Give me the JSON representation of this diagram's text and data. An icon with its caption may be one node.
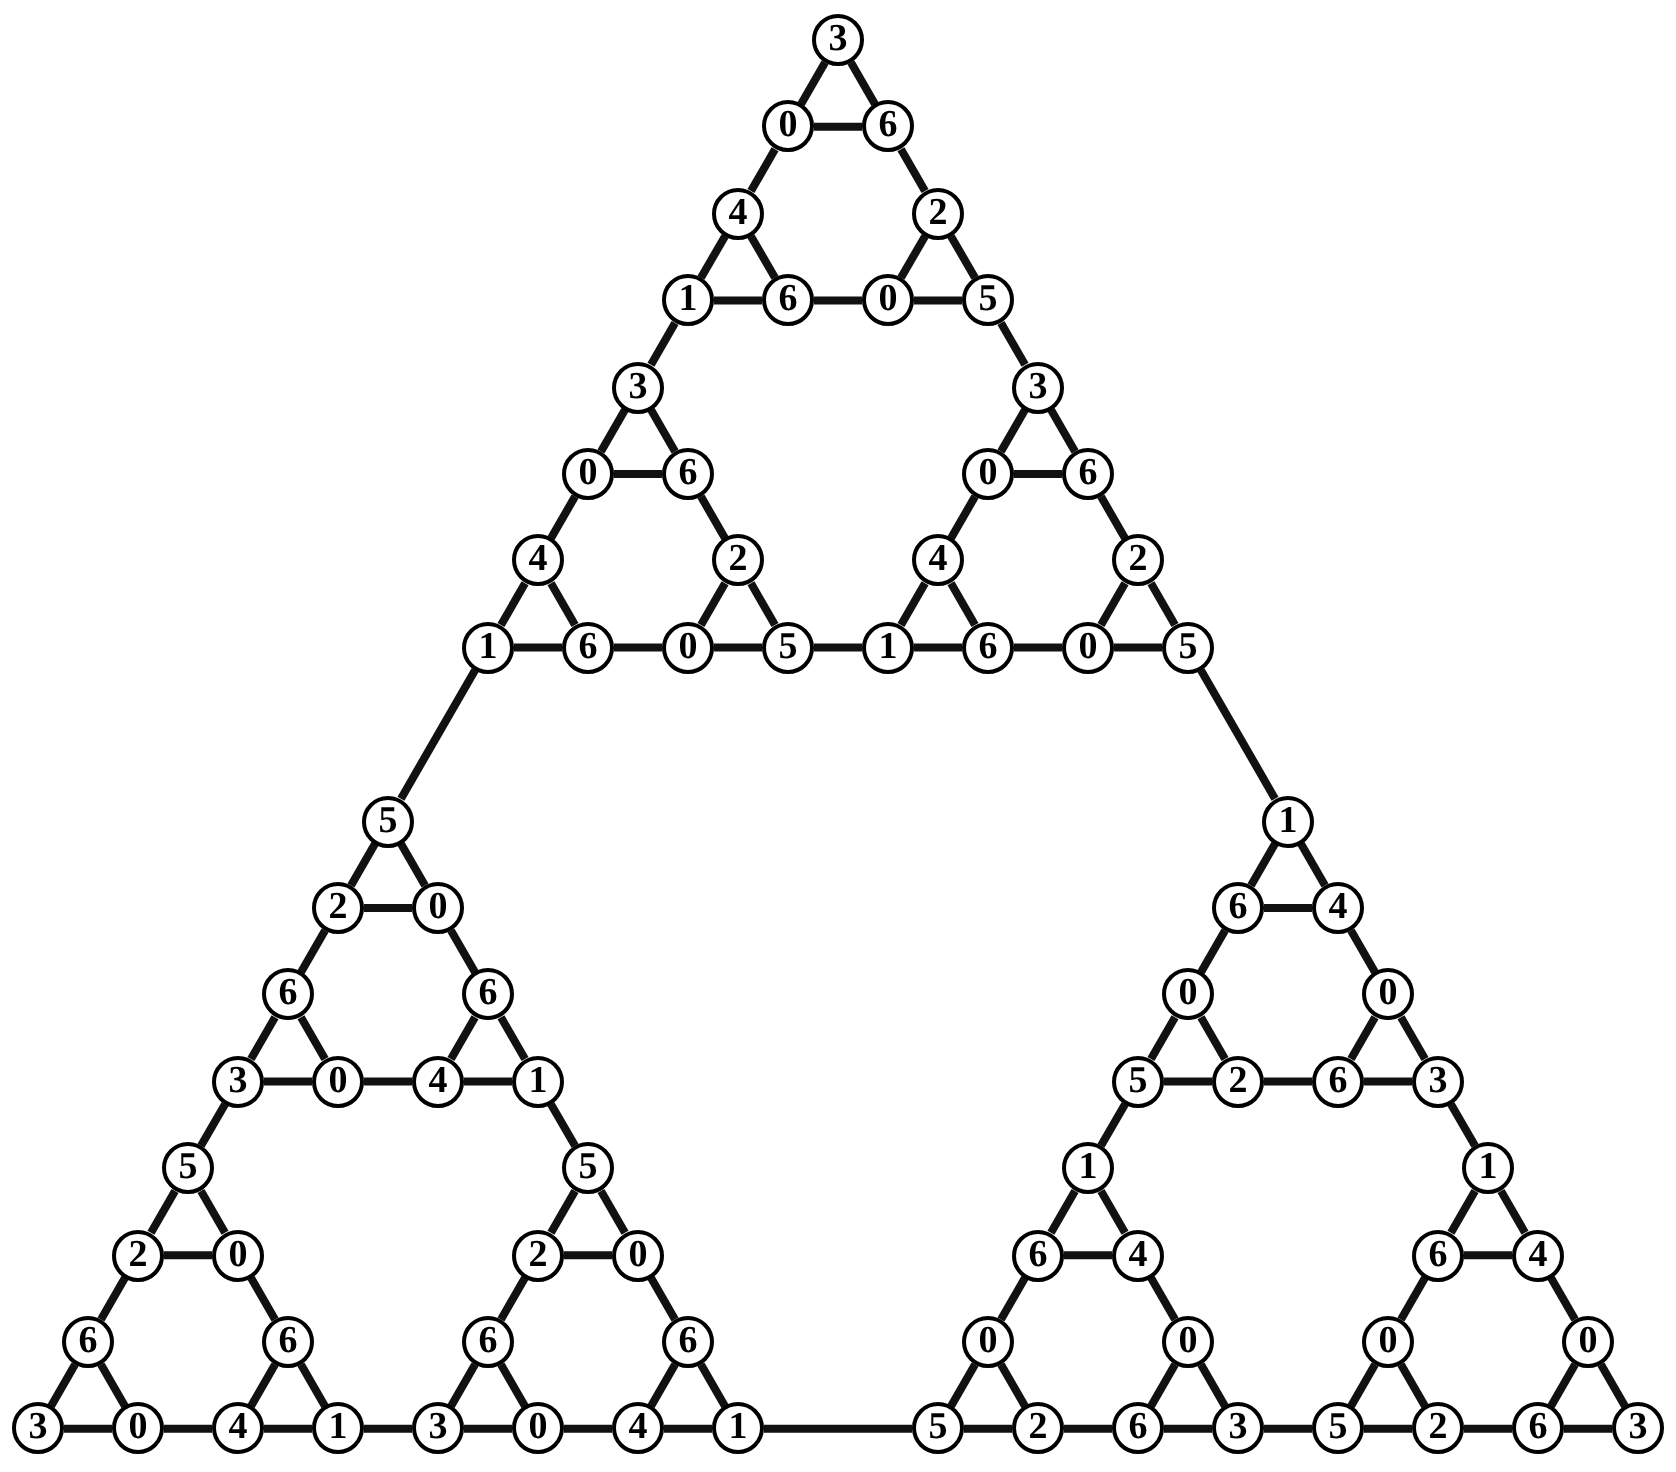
{
  "diagram": {
    "nodes": [
      {
        "text": [
          "3"
        ]
      },
      {
        "text": [
          "0"
        ]
      },
      {
        "text": [
          "6"
        ]
      },
      {
        "text": [
          "4"
        ]
      },
      {
        "text": [
          "2"
        ]
      },
      {
        "text": [
          "1"
        ]
      },
      {
        "text": [
          "6"
        ]
      },
      {
        "text": [
          "0"
        ]
      },
      {
        "text": [
          "5"
        ]
      },
      {
        "text": [
          "3"
        ]
      },
      {
        "text": [
          "3"
        ]
      },
      {
        "text": [
          "0"
        ]
      },
      {
        "text": [
          "6"
        ]
      },
      {
        "text": [
          "0"
        ]
      },
      {
        "text": [
          "6"
        ]
      },
      {
        "text": [
          "4"
        ]
      },
      {
        "text": [
          "2"
        ]
      },
      {
        "text": [
          "4"
        ]
      },
      {
        "text": [
          "2"
        ]
      },
      {
        "text": [
          "1"
        ]
      },
      {
        "text": [
          "6"
        ]
      },
      {
        "text": [
          "0"
        ]
      },
      {
        "text": [
          "5"
        ]
      },
      {
        "text": [
          "1"
        ]
      },
      {
        "text": [
          "6"
        ]
      },
      {
        "text": [
          "0"
        ]
      },
      {
        "text": [
          "5"
        ]
      },
      {
        "text": [
          "5"
        ]
      },
      {
        "text": [
          "1"
        ]
      },
      {
        "text": [
          "2"
        ]
      },
      {
        "text": [
          "0"
        ]
      },
      {
        "text": [
          "6"
        ]
      },
      {
        "text": [
          "4"
        ]
      },
      {
        "text": [
          "6"
        ]
      },
      {
        "text": [
          "6"
        ]
      },
      {
        "text": [
          "0"
        ]
      },
      {
        "text": [
          "0"
        ]
      },
      {
        "text": [
          "3"
        ]
      },
      {
        "text": [
          "0"
        ]
      },
      {
        "text": [
          "4"
        ]
      },
      {
        "text": [
          "1"
        ]
      },
      {
        "text": [
          "5"
        ]
      },
      {
        "text": [
          "2"
        ]
      },
      {
        "text": [
          "6"
        ]
      },
      {
        "text": [
          "3"
        ]
      },
      {
        "text": [
          "5"
        ]
      },
      {
        "text": [
          "5"
        ]
      },
      {
        "text": [
          "1"
        ]
      },
      {
        "text": [
          "1"
        ]
      },
      {
        "text": [
          "2"
        ]
      },
      {
        "text": [
          "0"
        ]
      },
      {
        "text": [
          "2"
        ]
      },
      {
        "text": [
          "0"
        ]
      },
      {
        "text": [
          "6"
        ]
      },
      {
        "text": [
          "4"
        ]
      },
      {
        "text": [
          "6"
        ]
      },
      {
        "text": [
          "4"
        ]
      },
      {
        "text": [
          "6"
        ]
      },
      {
        "text": [
          "6"
        ]
      },
      {
        "text": [
          "6"
        ]
      },
      {
        "text": [
          "6"
        ]
      },
      {
        "text": [
          "0"
        ]
      },
      {
        "text": [
          "0"
        ]
      },
      {
        "text": [
          "0"
        ]
      },
      {
        "text": [
          "0"
        ]
      },
      {
        "text": [
          "3"
        ]
      },
      {
        "text": [
          "0"
        ]
      },
      {
        "text": [
          "4"
        ]
      },
      {
        "text": [
          "1"
        ]
      },
      {
        "text": [
          "3"
        ]
      },
      {
        "text": [
          "0"
        ]
      },
      {
        "text": [
          "4"
        ]
      },
      {
        "text": [
          "1"
        ]
      },
      {
        "text": [
          "5"
        ]
      },
      {
        "text": [
          "2"
        ]
      },
      {
        "text": [
          "6"
        ]
      },
      {
        "text": [
          "3"
        ]
      },
      {
        "text": [
          "5"
        ]
      },
      {
        "text": [
          "2"
        ]
      },
      {
        "text": [
          "6"
        ]
      },
      {
        "text": [
          "3"
        ]
      }
    ],
    "edges": [
      {
        "from": 0,
        "to": 1,
        "arrow": "none"
      },
      {
        "from": 0,
        "to": 2,
        "arrow": "none"
      },
      {
        "from": 1,
        "to": 2,
        "arrow": "none"
      },
      {
        "from": 3,
        "to": 5,
        "arrow": "none"
      },
      {
        "from": 3,
        "to": 6,
        "arrow": "none"
      },
      {
        "from": 5,
        "to": 6,
        "arrow": "none"
      },
      {
        "from": 4,
        "to": 7,
        "arrow": "none"
      },
      {
        "from": 4,
        "to": 8,
        "arrow": "none"
      },
      {
        "from": 7,
        "to": 8,
        "arrow": "none"
      },
      {
        "from": 1,
        "to": 3,
        "arrow": "none"
      },
      {
        "from": 2,
        "to": 4,
        "arrow": "none"
      },
      {
        "from": 6,
        "to": 7,
        "arrow": "none"
      },
      {
        "from": 9,
        "to": 11,
        "arrow": "none"
      },
      {
        "from": 9,
        "to": 12,
        "arrow": "none"
      },
      {
        "from": 11,
        "to": 12,
        "arrow": "none"
      },
      {
        "from": 15,
        "to": 19,
        "arrow": "none"
      },
      {
        "from": 15,
        "to": 20,
        "arrow": "none"
      },
      {
        "from": 19,
        "to": 20,
        "arrow": "none"
      },
      {
        "from": 16,
        "to": 21,
        "arrow": "none"
      },
      {
        "from": 16,
        "to": 22,
        "arrow": "none"
      },
      {
        "from": 21,
        "to": 22,
        "arrow": "none"
      },
      {
        "from": 11,
        "to": 15,
        "arrow": "none"
      },
      {
        "from": 12,
        "to": 16,
        "arrow": "none"
      },
      {
        "from": 20,
        "to": 21,
        "arrow": "none"
      },
      {
        "from": 10,
        "to": 13,
        "arrow": "none"
      },
      {
        "from": 10,
        "to": 14,
        "arrow": "none"
      },
      {
        "from": 13,
        "to": 14,
        "arrow": "none"
      },
      {
        "from": 17,
        "to": 23,
        "arrow": "none"
      },
      {
        "from": 17,
        "to": 24,
        "arrow": "none"
      },
      {
        "from": 23,
        "to": 24,
        "arrow": "none"
      },
      {
        "from": 18,
        "to": 25,
        "arrow": "none"
      },
      {
        "from": 18,
        "to": 26,
        "arrow": "none"
      },
      {
        "from": 25,
        "to": 26,
        "arrow": "none"
      },
      {
        "from": 13,
        "to": 17,
        "arrow": "none"
      },
      {
        "from": 14,
        "to": 18,
        "arrow": "none"
      },
      {
        "from": 24,
        "to": 25,
        "arrow": "none"
      },
      {
        "from": 5,
        "to": 9,
        "arrow": "none"
      },
      {
        "from": 8,
        "to": 10,
        "arrow": "none"
      },
      {
        "from": 22,
        "to": 23,
        "arrow": "none"
      },
      {
        "from": 27,
        "to": 29,
        "arrow": "none"
      },
      {
        "from": 27,
        "to": 30,
        "arrow": "none"
      },
      {
        "from": 29,
        "to": 30,
        "arrow": "none"
      },
      {
        "from": 33,
        "to": 37,
        "arrow": "none"
      },
      {
        "from": 33,
        "to": 38,
        "arrow": "none"
      },
      {
        "from": 37,
        "to": 38,
        "arrow": "none"
      },
      {
        "from": 34,
        "to": 39,
        "arrow": "none"
      },
      {
        "from": 34,
        "to": 40,
        "arrow": "none"
      },
      {
        "from": 39,
        "to": 40,
        "arrow": "none"
      },
      {
        "from": 29,
        "to": 33,
        "arrow": "none"
      },
      {
        "from": 30,
        "to": 34,
        "arrow": "none"
      },
      {
        "from": 38,
        "to": 39,
        "arrow": "none"
      },
      {
        "from": 45,
        "to": 49,
        "arrow": "none"
      },
      {
        "from": 45,
        "to": 50,
        "arrow": "none"
      },
      {
        "from": 49,
        "to": 50,
        "arrow": "none"
      },
      {
        "from": 57,
        "to": 65,
        "arrow": "none"
      },
      {
        "from": 57,
        "to": 66,
        "arrow": "none"
      },
      {
        "from": 65,
        "to": 66,
        "arrow": "none"
      },
      {
        "from": 58,
        "to": 67,
        "arrow": "none"
      },
      {
        "from": 58,
        "to": 68,
        "arrow": "none"
      },
      {
        "from": 67,
        "to": 68,
        "arrow": "none"
      },
      {
        "from": 49,
        "to": 57,
        "arrow": "none"
      },
      {
        "from": 50,
        "to": 58,
        "arrow": "none"
      },
      {
        "from": 66,
        "to": 67,
        "arrow": "none"
      },
      {
        "from": 46,
        "to": 51,
        "arrow": "none"
      },
      {
        "from": 46,
        "to": 52,
        "arrow": "none"
      },
      {
        "from": 51,
        "to": 52,
        "arrow": "none"
      },
      {
        "from": 59,
        "to": 69,
        "arrow": "none"
      },
      {
        "from": 59,
        "to": 70,
        "arrow": "none"
      },
      {
        "from": 69,
        "to": 70,
        "arrow": "none"
      },
      {
        "from": 60,
        "to": 71,
        "arrow": "none"
      },
      {
        "from": 60,
        "to": 72,
        "arrow": "none"
      },
      {
        "from": 71,
        "to": 72,
        "arrow": "none"
      },
      {
        "from": 51,
        "to": 59,
        "arrow": "none"
      },
      {
        "from": 52,
        "to": 60,
        "arrow": "none"
      },
      {
        "from": 70,
        "to": 71,
        "arrow": "none"
      },
      {
        "from": 37,
        "to": 45,
        "arrow": "none"
      },
      {
        "from": 40,
        "to": 46,
        "arrow": "none"
      },
      {
        "from": 68,
        "to": 69,
        "arrow": "none"
      },
      {
        "from": 28,
        "to": 31,
        "arrow": "none"
      },
      {
        "from": 28,
        "to": 32,
        "arrow": "none"
      },
      {
        "from": 31,
        "to": 32,
        "arrow": "none"
      },
      {
        "from": 35,
        "to": 41,
        "arrow": "none"
      },
      {
        "from": 35,
        "to": 42,
        "arrow": "none"
      },
      {
        "from": 41,
        "to": 42,
        "arrow": "none"
      },
      {
        "from": 36,
        "to": 43,
        "arrow": "none"
      },
      {
        "from": 36,
        "to": 44,
        "arrow": "none"
      },
      {
        "from": 43,
        "to": 44,
        "arrow": "none"
      },
      {
        "from": 31,
        "to": 35,
        "arrow": "none"
      },
      {
        "from": 32,
        "to": 36,
        "arrow": "none"
      },
      {
        "from": 42,
        "to": 43,
        "arrow": "none"
      },
      {
        "from": 47,
        "to": 53,
        "arrow": "none"
      },
      {
        "from": 47,
        "to": 54,
        "arrow": "none"
      },
      {
        "from": 53,
        "to": 54,
        "arrow": "none"
      },
      {
        "from": 61,
        "to": 73,
        "arrow": "none"
      },
      {
        "from": 61,
        "to": 74,
        "arrow": "none"
      },
      {
        "from": 73,
        "to": 74,
        "arrow": "none"
      },
      {
        "from": 62,
        "to": 75,
        "arrow": "none"
      },
      {
        "from": 62,
        "to": 76,
        "arrow": "none"
      },
      {
        "from": 75,
        "to": 76,
        "arrow": "none"
      },
      {
        "from": 53,
        "to": 61,
        "arrow": "none"
      },
      {
        "from": 54,
        "to": 62,
        "arrow": "none"
      },
      {
        "from": 74,
        "to": 75,
        "arrow": "none"
      },
      {
        "from": 48,
        "to": 55,
        "arrow": "none"
      },
      {
        "from": 48,
        "to": 56,
        "arrow": "none"
      },
      {
        "from": 55,
        "to": 56,
        "arrow": "none"
      },
      {
        "from": 63,
        "to": 77,
        "arrow": "none"
      },
      {
        "from": 63,
        "to": 78,
        "arrow": "none"
      },
      {
        "from": 77,
        "to": 78,
        "arrow": "none"
      },
      {
        "from": 64,
        "to": 79,
        "arrow": "none"
      },
      {
        "from": 64,
        "to": 80,
        "arrow": "none"
      },
      {
        "from": 79,
        "to": 80,
        "arrow": "none"
      },
      {
        "from": 55,
        "to": 63,
        "arrow": "none"
      },
      {
        "from": 56,
        "to": 64,
        "arrow": "none"
      },
      {
        "from": 78,
        "to": 79,
        "arrow": "none"
      },
      {
        "from": 41,
        "to": 47,
        "arrow": "none"
      },
      {
        "from": 44,
        "to": 48,
        "arrow": "none"
      },
      {
        "from": 76,
        "to": 77,
        "arrow": "none"
      },
      {
        "from": 19,
        "to": 27,
        "arrow": "none"
      },
      {
        "from": 26,
        "to": 28,
        "arrow": "none"
      },
      {
        "from": 72,
        "to": 73,
        "arrow": "none"
      }
    ]
  }
}
